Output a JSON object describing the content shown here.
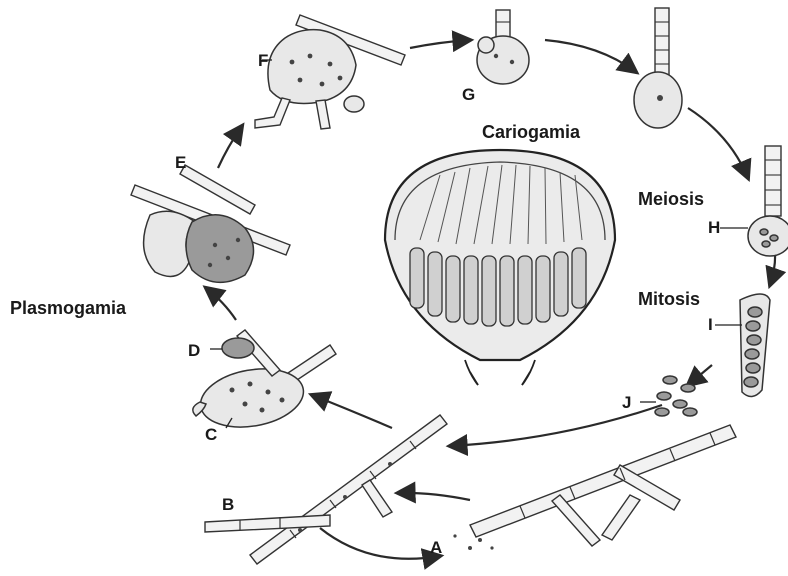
{
  "labels": {
    "A": "A",
    "B": "B",
    "C": "C",
    "D": "D",
    "E": "E",
    "F": "F",
    "G": "G",
    "H": "H",
    "I": "I",
    "J": "J"
  },
  "phases": {
    "plasmogamia": "Plasmogamia",
    "cariogamia": "Cariogamia",
    "meiosis": "Meiosis",
    "mitosis": "Mitosis"
  }
}
